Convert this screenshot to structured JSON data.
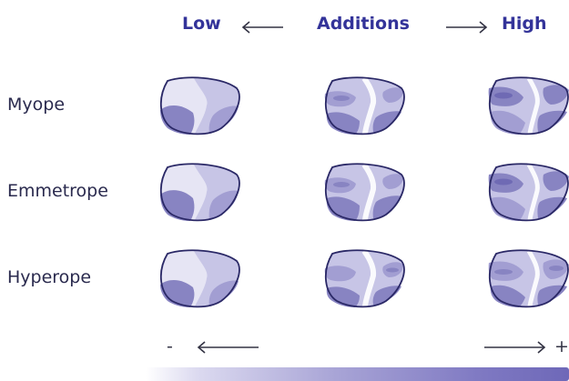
{
  "header": {
    "low": "Low",
    "title": "Additions",
    "high": "High"
  },
  "rows": [
    {
      "label": "Myope"
    },
    {
      "label": "Emmetrope"
    },
    {
      "label": "Hyperope"
    }
  ],
  "bottom": {
    "minus": "-",
    "plus": "+"
  },
  "colors": {
    "accent": "#333399",
    "lens_outline": "#2a2866",
    "lens_light": "#c7c5e6",
    "lens_mid": "#a29ed2",
    "lens_dark": "#8884c2"
  }
}
